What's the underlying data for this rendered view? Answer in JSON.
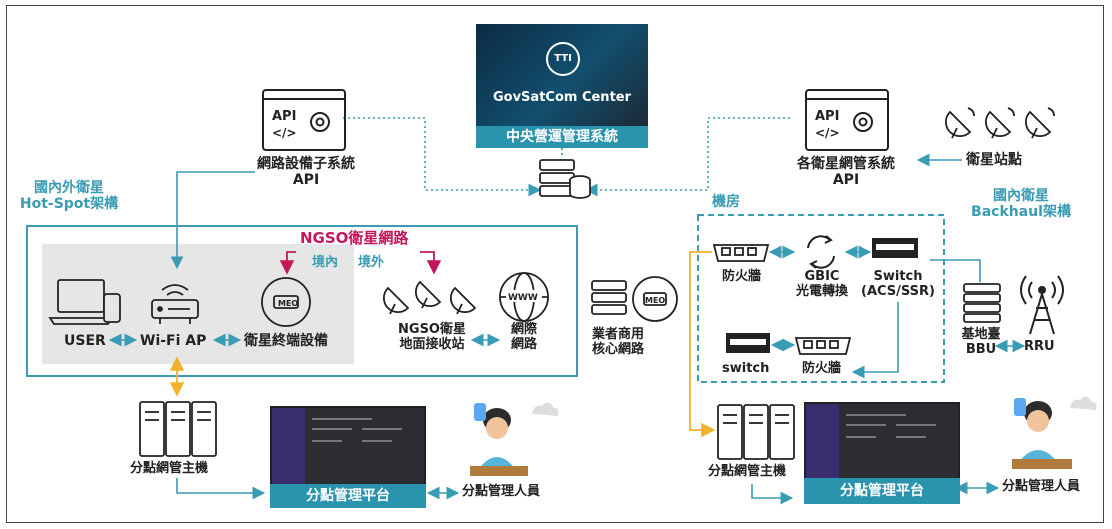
{
  "center": {
    "banner": "GovSatCom Center",
    "logo": "TTI",
    "caption": "中央營運管理系統"
  },
  "api_left": {
    "line1": "網路設備子系統",
    "line2": "API"
  },
  "api_right": {
    "line1": "各衛星網管系統",
    "line2": "API"
  },
  "sat_station": "衛星站點",
  "left_region": {
    "line1": "國內外衛星",
    "line2": "Hot-Spot架構"
  },
  "right_region": {
    "line1": "國內衛星",
    "line2": "Backhaul架構"
  },
  "ngso_network": "NGSO衛星網路",
  "domestic": "境內",
  "overseas": "境外",
  "meo_badge": "MEO",
  "www_badge": "WWW",
  "user": "USER",
  "wifi_ap": "Wi-Fi AP",
  "terminal": "衛星終端設備",
  "ngso_ground": {
    "line1": "NGSO衛星",
    "line2": "地面接收站"
  },
  "intl_net": {
    "line1": "網際",
    "line2": "網路"
  },
  "core_net": {
    "line1": "業者商用",
    "line2": "核心網路"
  },
  "machine_room": "機房",
  "firewall": "防火牆",
  "gbic": {
    "line1": "GBIC",
    "line2": "光電轉換"
  },
  "switch_acs": {
    "line1": "Switch",
    "line2": "(ACS/SSR)"
  },
  "switch": "switch",
  "bbu": {
    "line1": "基地臺",
    "line2": "BBU"
  },
  "rru": "RRU",
  "host": "分點網管主機",
  "platform": "分點管理平台",
  "operator": "分點管理人員"
}
